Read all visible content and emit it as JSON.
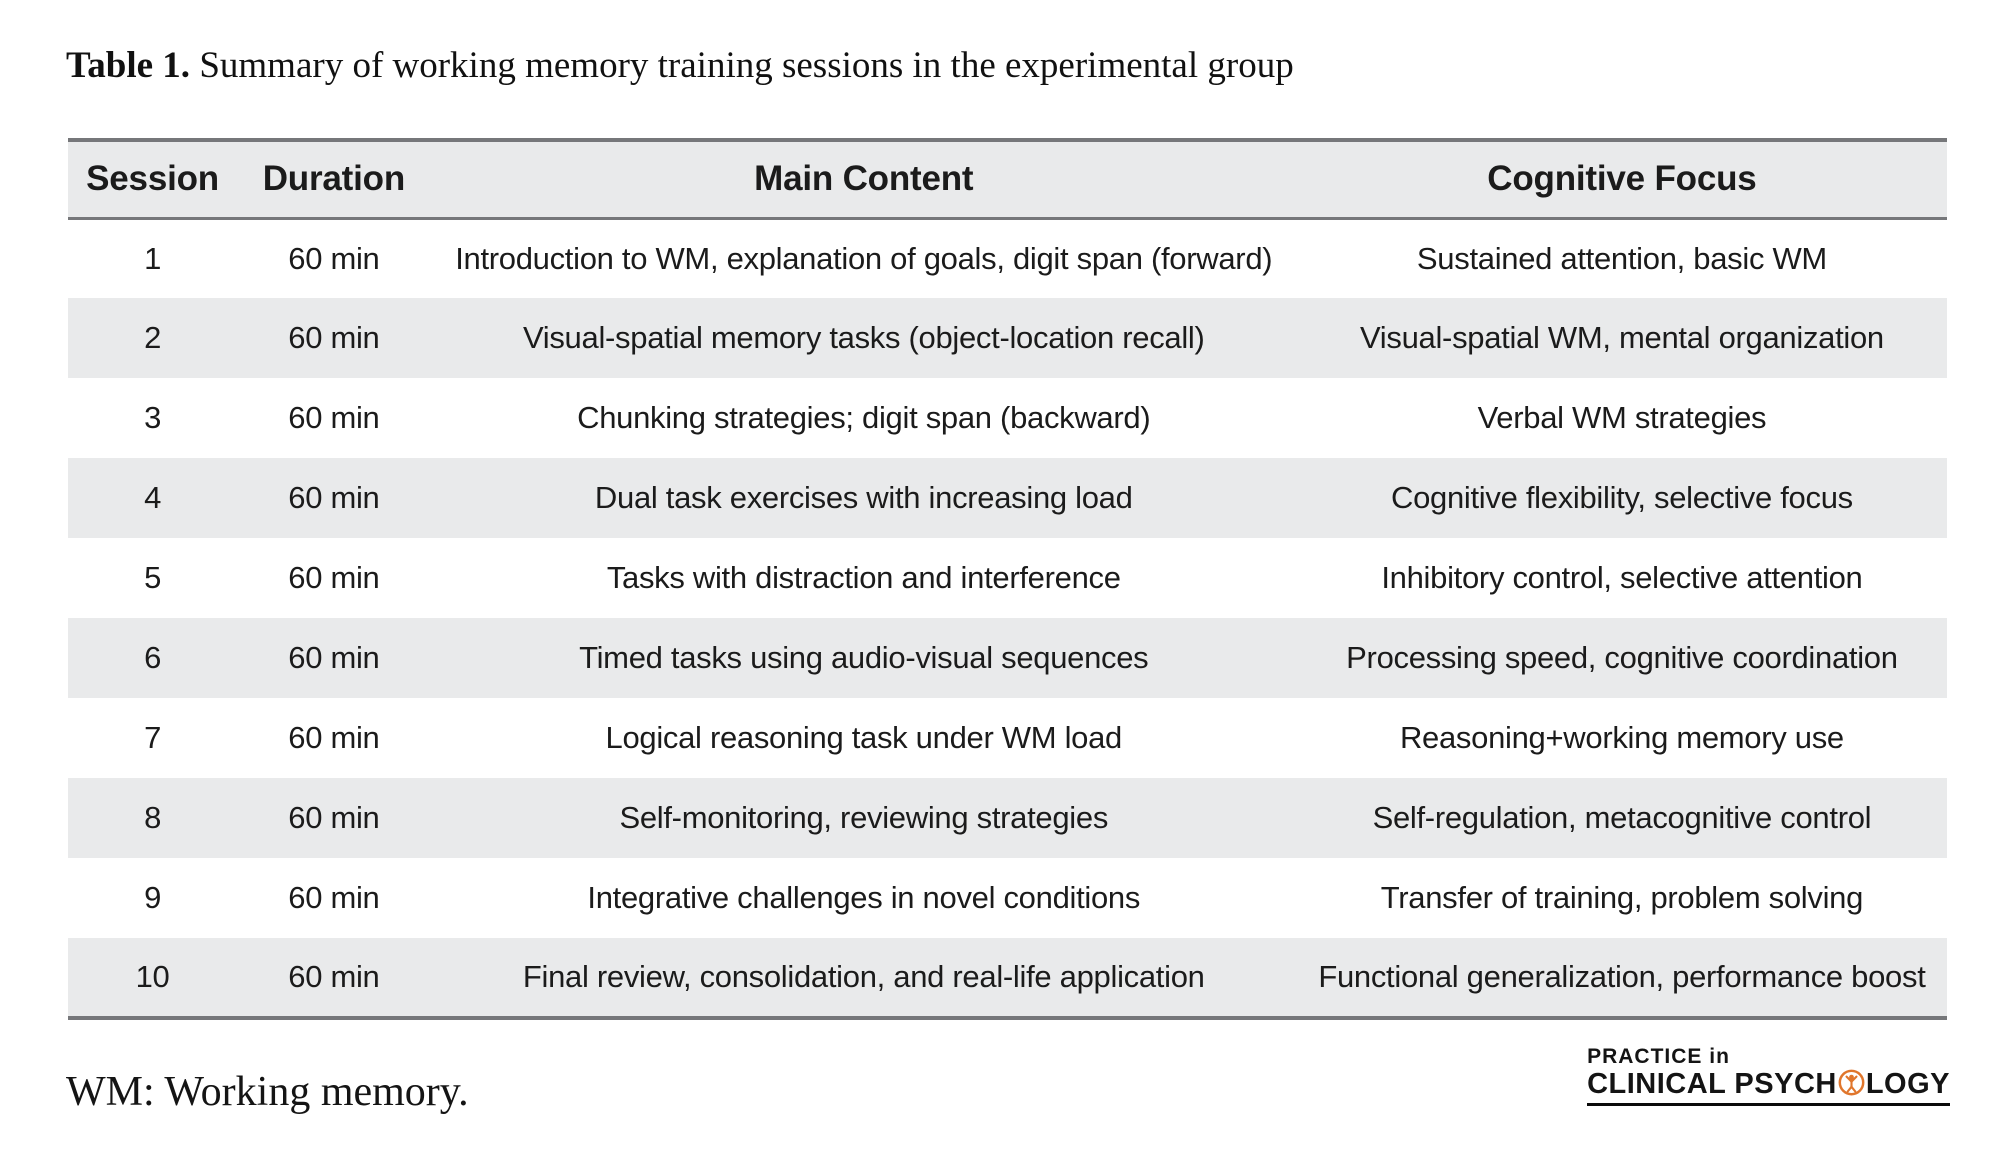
{
  "caption": {
    "label": "Table 1.",
    "text": " Summary of working memory training sessions in the experimental group"
  },
  "table": {
    "columns": [
      "Session",
      "Duration",
      "Main Content",
      "Cognitive Focus"
    ],
    "rows": [
      {
        "session": "1",
        "duration": "60 min",
        "content": "Introduction to WM, explanation of goals, digit span (forward)",
        "focus": "Sustained attention, basic WM"
      },
      {
        "session": "2",
        "duration": "60 min",
        "content": "Visual-spatial memory tasks (object-location recall)",
        "focus": "Visual-spatial WM, mental organization"
      },
      {
        "session": "3",
        "duration": "60 min",
        "content": "Chunking strategies; digit span (backward)",
        "focus": "Verbal WM strategies"
      },
      {
        "session": "4",
        "duration": "60 min",
        "content": "Dual task exercises with increasing load",
        "focus": "Cognitive flexibility, selective focus"
      },
      {
        "session": "5",
        "duration": "60 min",
        "content": "Tasks with distraction and interference",
        "focus": "Inhibitory control, selective attention"
      },
      {
        "session": "6",
        "duration": "60 min",
        "content": "Timed tasks using audio-visual sequences",
        "focus": "Processing speed, cognitive coordination"
      },
      {
        "session": "7",
        "duration": "60 min",
        "content": "Logical reasoning task under WM load",
        "focus": "Reasoning+working memory use"
      },
      {
        "session": "8",
        "duration": "60 min",
        "content": "Self-monitoring, reviewing strategies",
        "focus": "Self-regulation, metacognitive control"
      },
      {
        "session": "9",
        "duration": "60 min",
        "content": "Integrative challenges in novel conditions",
        "focus": "Transfer of training, problem solving"
      },
      {
        "session": "10",
        "duration": "60 min",
        "content": "Final review, consolidation, and real-life application",
        "focus": "Functional generalization, performance boost"
      }
    ]
  },
  "footnote": "WM: Working memory.",
  "logo": {
    "line1": "PRACTICE in",
    "line2_left": "CLINICAL PSYCH",
    "line2_right": "LOGY",
    "icon": "person-in-circle-icon",
    "accent_color": "#e0762c"
  },
  "colors": {
    "header_bg": "#e9eaeb",
    "row_alt_bg": "#e9eaeb",
    "border": "#76777a",
    "text": "#1b1b1b"
  }
}
